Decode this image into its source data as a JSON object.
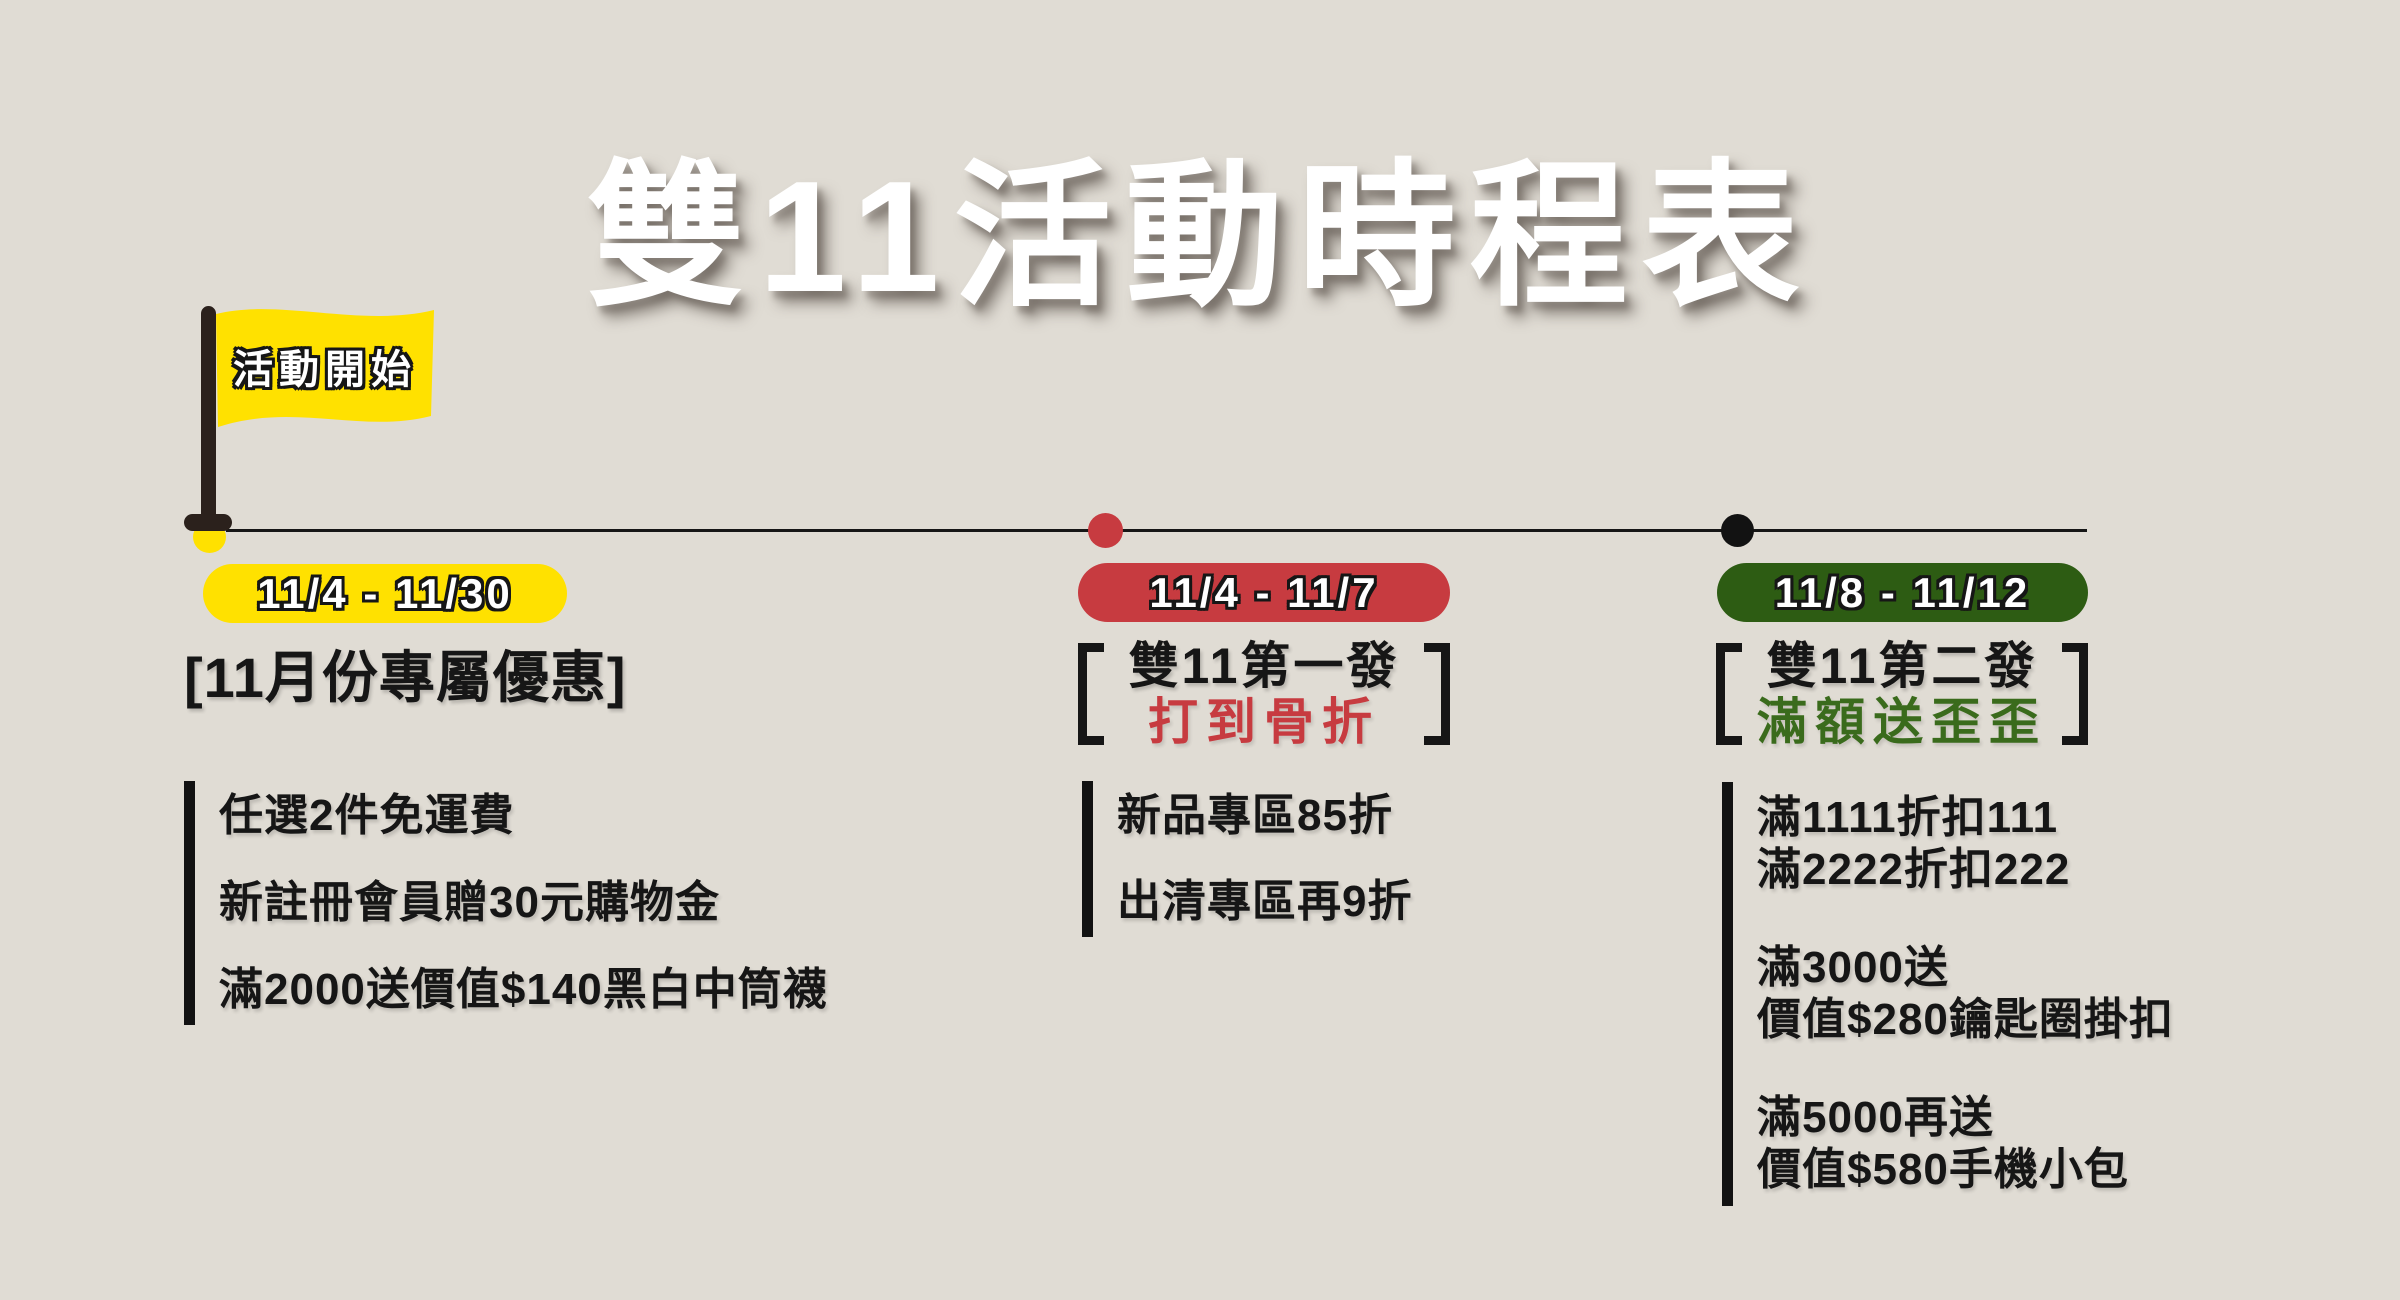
{
  "title": "雙11活動時程表",
  "colors": {
    "background": "#E0DCD4",
    "yellow": "#FFE100",
    "red": "#C73B40",
    "green": "#2D5C13",
    "green_text": "#3A6B1C",
    "text": "#161616",
    "pole": "#2B211C",
    "title_text": "#FFFFFF"
  },
  "flag": {
    "label": "活動開始"
  },
  "events": [
    {
      "date_range": "11/4 - 11/30",
      "heading": "[11月份專屬優惠]",
      "groups": [
        [
          "任選2件免運費"
        ],
        [
          "新註冊會員贈30元購物金"
        ],
        [
          "滿2000送價值$140黑白中筒襪"
        ]
      ]
    },
    {
      "date_range": "11/4 - 11/7",
      "heading_line1": "雙11第一發",
      "heading_line2": "打到骨折",
      "groups": [
        [
          "新品專區85折"
        ],
        [
          "出清專區再9折"
        ]
      ]
    },
    {
      "date_range": "11/8 - 11/12",
      "heading_line1": "雙11第二發",
      "heading_line2": "滿額送歪歪",
      "groups": [
        [
          "滿1111折扣111",
          "滿2222折扣222"
        ],
        [
          "滿3000送",
          "價值$280鑰匙圈掛扣"
        ],
        [
          "滿5000再送",
          "價值$580手機小包"
        ]
      ]
    }
  ]
}
